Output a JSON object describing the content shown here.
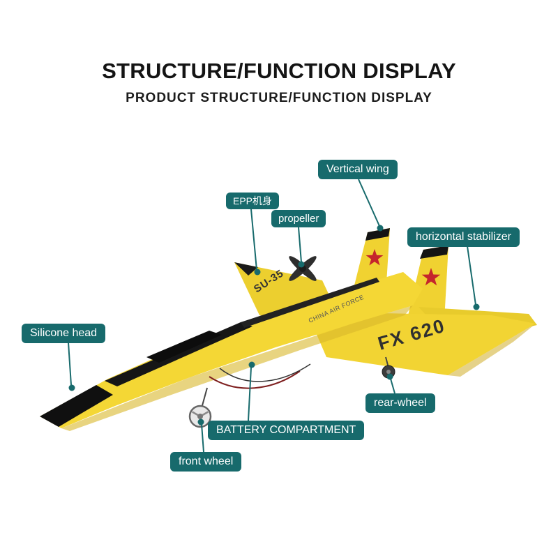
{
  "header": {
    "title": "STRUCTURE/FUNCTION DISPLAY",
    "subtitle": "PRODUCT STRUCTURE/FUNCTION DISPLAY"
  },
  "callouts": {
    "vertical_wing": "Vertical wing",
    "epp_body": "EPP机身",
    "propeller": "propeller",
    "horizontal_stabilizer": "horizontal stabilizer",
    "silicone_head": "Silicone head",
    "rear_wheel": "rear-wheel",
    "battery_compartment": "BATTERY COMPARTMENT",
    "front_wheel": "front wheel"
  },
  "plane_markings": {
    "wing_model": "SU-35",
    "side_text": "CHINA AIR FORCE",
    "wing_code": "FX 620"
  },
  "colors": {
    "callout_bg": "#176a6c",
    "leader_line": "#176a6c",
    "plane_yellow": "#f2d433",
    "star_red": "#c5252c",
    "title_text": "#141414"
  }
}
